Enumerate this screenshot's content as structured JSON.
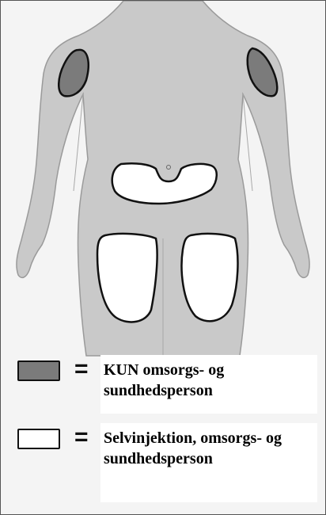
{
  "legend": {
    "items": [
      {
        "swatch_color": "#7b7b7b",
        "symbol": "=",
        "label_line1": "KUN omsorgs- og",
        "label_line2": "sundhedsperson"
      },
      {
        "swatch_color": "#ffffff",
        "symbol": "=",
        "label_line1": "Selvinjektion, omsorgs- og",
        "label_line2": "sundhedsperson"
      }
    ]
  },
  "colors": {
    "body_fill": "#c9c9c9",
    "body_outline": "#9a9a9a",
    "caregiver_zone": "#7b7b7b",
    "self_injection_zone": "#ffffff",
    "zone_outline": "#111111"
  }
}
